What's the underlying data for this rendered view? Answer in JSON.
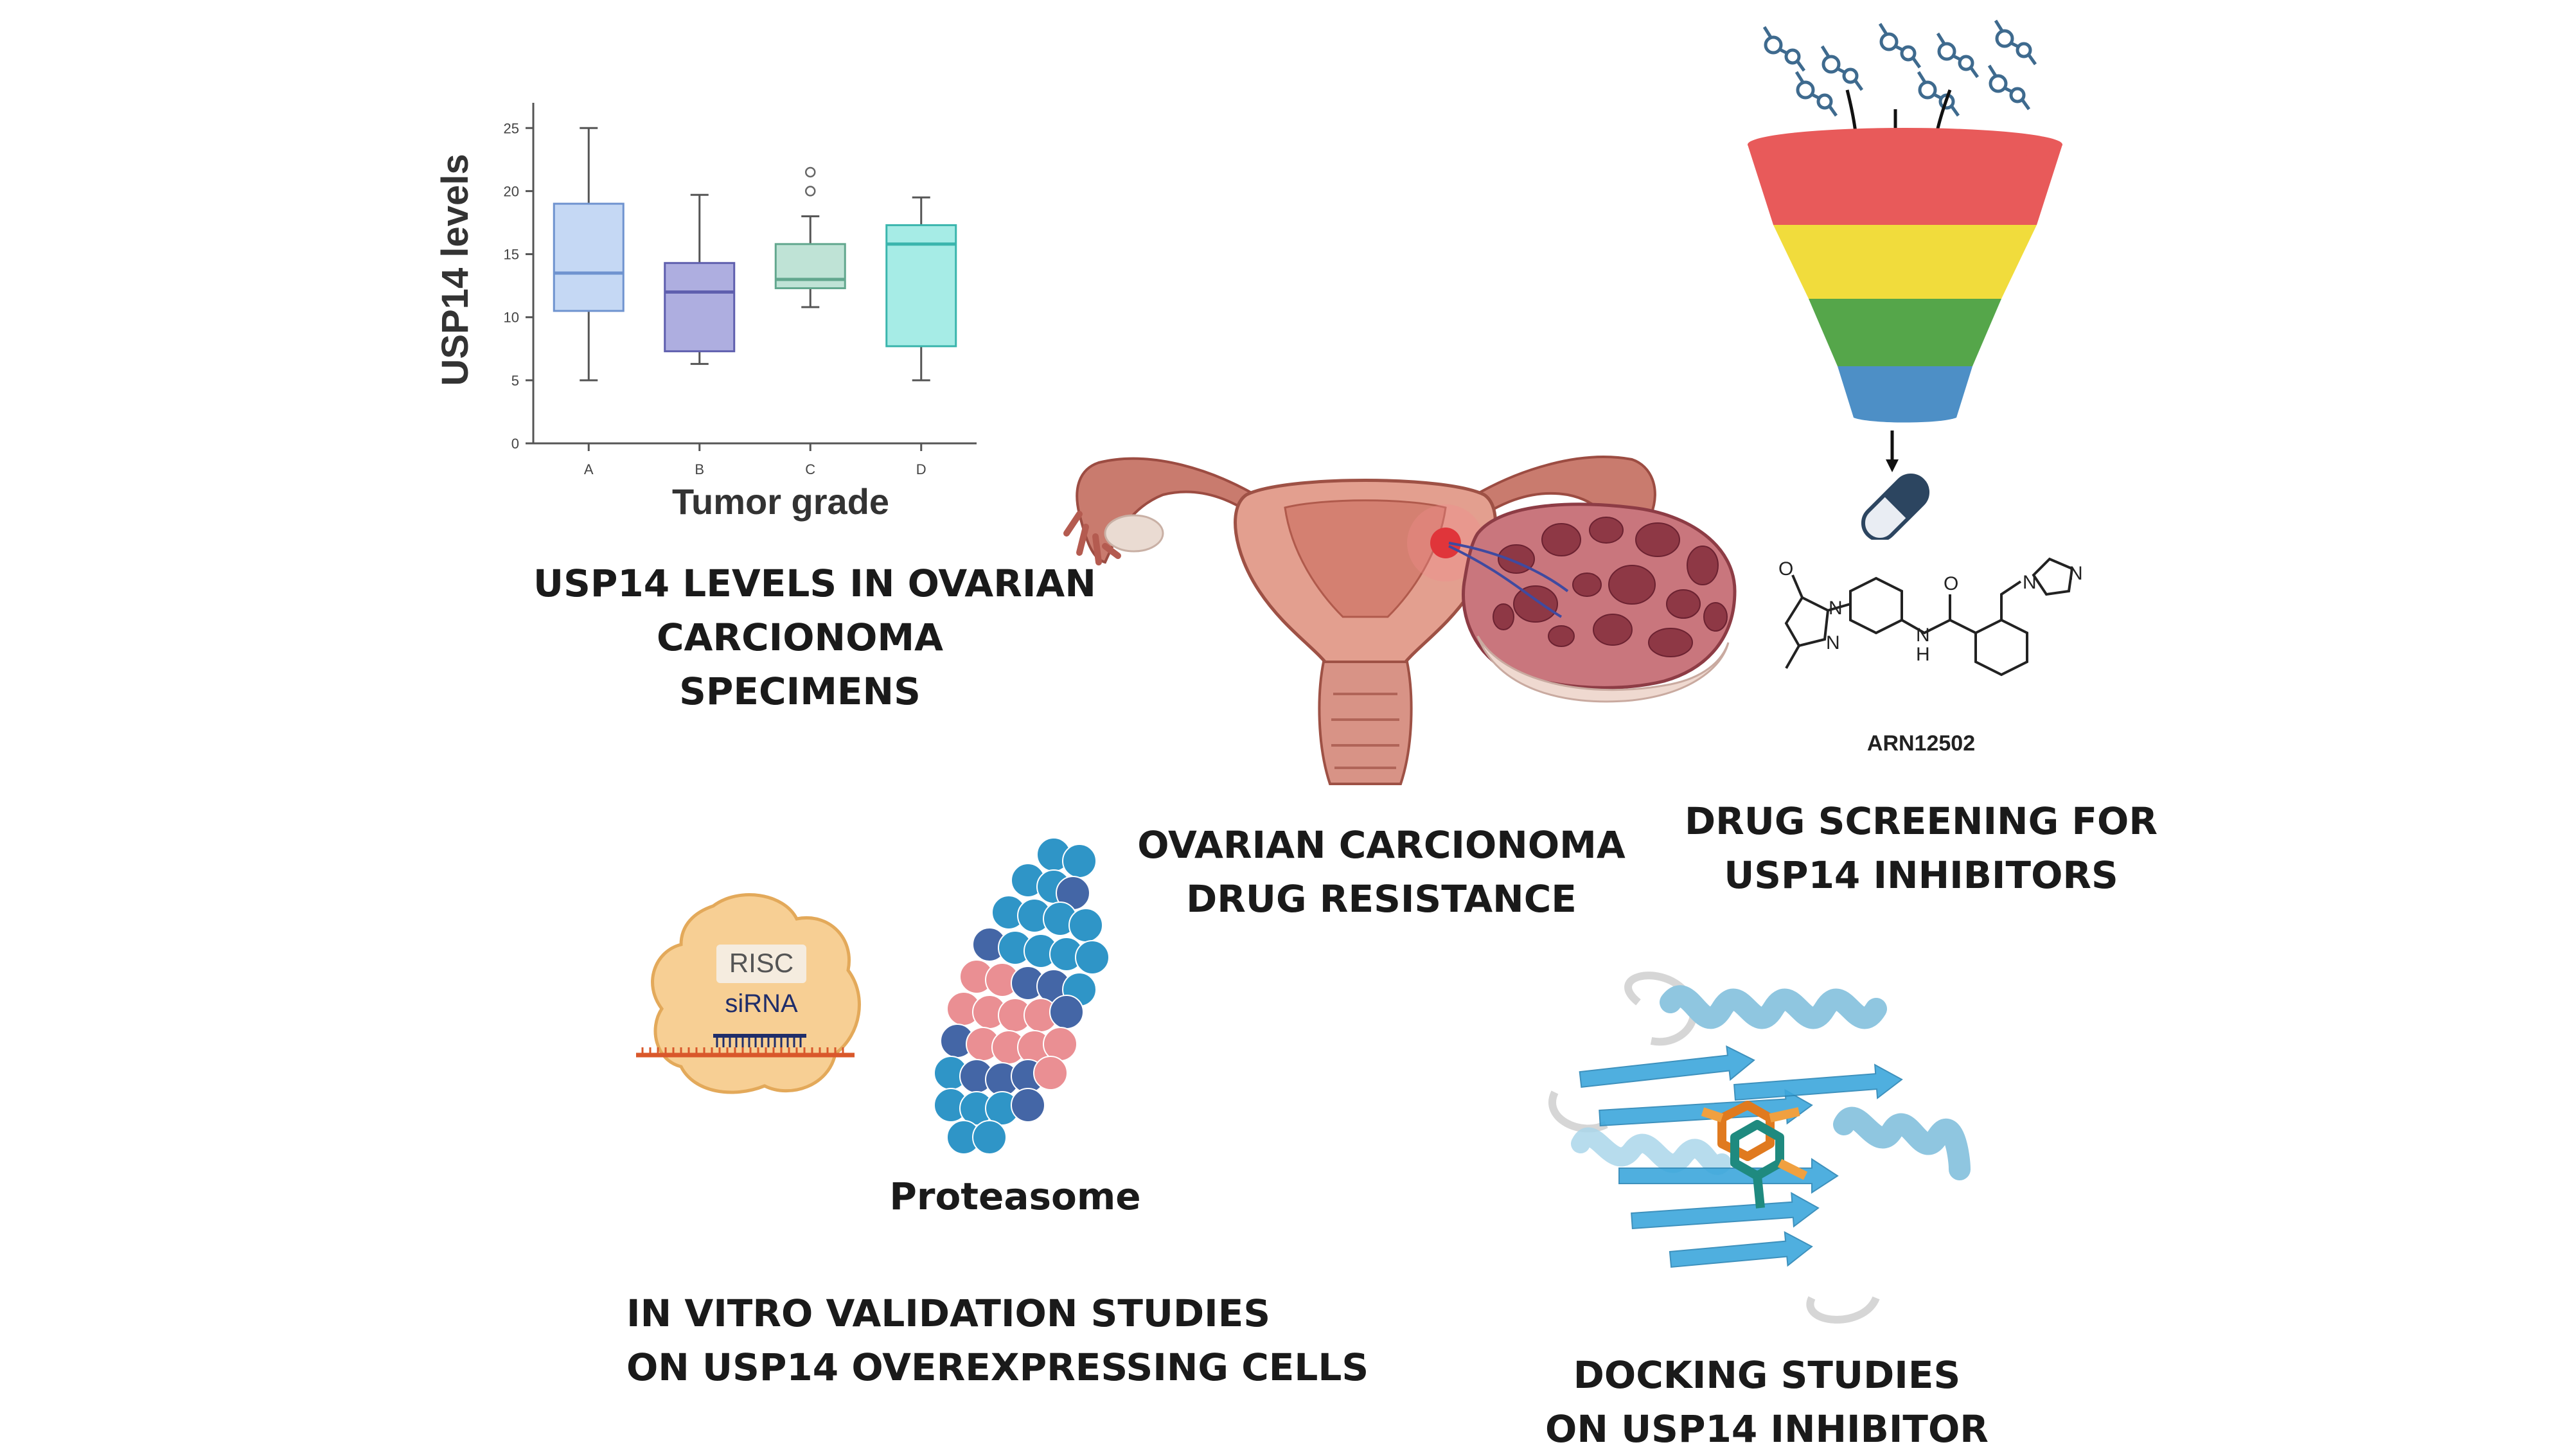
{
  "boxplot": {
    "ylabel": "USP14 levels",
    "xlabel": "Tumor grade",
    "caption_lines": [
      "USP14 LEVELS IN OVARIAN",
      "CARCIONOMA",
      "SPECIMENS"
    ]
  },
  "chart_data": {
    "type": "box",
    "xlabel": "Tumor grade",
    "ylabel": "USP14 levels",
    "ylim": [
      0,
      27
    ],
    "yticks": [
      0,
      5,
      10,
      15,
      20,
      25
    ],
    "grid": false,
    "categories": [
      "A",
      "B",
      "C",
      "D"
    ],
    "boxes": [
      {
        "category": "A",
        "whisker_low": 5,
        "q1": 10.5,
        "median": 13.5,
        "q3": 19,
        "whisker_high": 25,
        "outliers": [],
        "fill": "#c5d8f4",
        "stroke": "#6f93cf"
      },
      {
        "category": "B",
        "whisker_low": 6.3,
        "q1": 7.3,
        "median": 12,
        "q3": 14.3,
        "whisker_high": 19.7,
        "outliers": [],
        "fill": "#aeaee0",
        "stroke": "#5f5fae"
      },
      {
        "category": "C",
        "whisker_low": 10.8,
        "q1": 12.3,
        "median": 13,
        "q3": 15.8,
        "whisker_high": 18,
        "outliers": [
          20,
          21.5
        ],
        "fill": "#bfe3d6",
        "stroke": "#62a78e"
      },
      {
        "category": "D",
        "whisker_low": 5,
        "q1": 7.7,
        "median": 15.8,
        "q3": 17.3,
        "whisker_high": 19.5,
        "outliers": [],
        "fill": "#a6ece6",
        "stroke": "#3ab5ad"
      }
    ]
  },
  "center": {
    "caption_lines": [
      "OVARIAN CARCIONOMA",
      "DRUG RESISTANCE"
    ]
  },
  "screening": {
    "compound_label": "ARN12502",
    "caption_lines": [
      "DRUG SCREENING FOR",
      "USP14 INHIBITORS"
    ],
    "funnel_colors": [
      "#e85a5a",
      "#f1dc3c",
      "#55a64a",
      "#4d8fc6"
    ],
    "atom_labels": {
      "o1": "O",
      "n1": "N",
      "n2": "N",
      "o2": "O",
      "nh": "N",
      "h": "H",
      "n3": "N",
      "n4": "N"
    }
  },
  "invitro": {
    "risc_label": "RISC",
    "sirna_label": "siRNA",
    "proteasome_label": "Proteasome",
    "caption_lines": [
      "IN VITRO VALIDATION STUDIES",
      "ON USP14 OVEREXPRESSING CELLS"
    ]
  },
  "docking": {
    "caption_lines": [
      "DOCKING STUDIES",
      "ON USP14 INHIBITOR"
    ]
  }
}
